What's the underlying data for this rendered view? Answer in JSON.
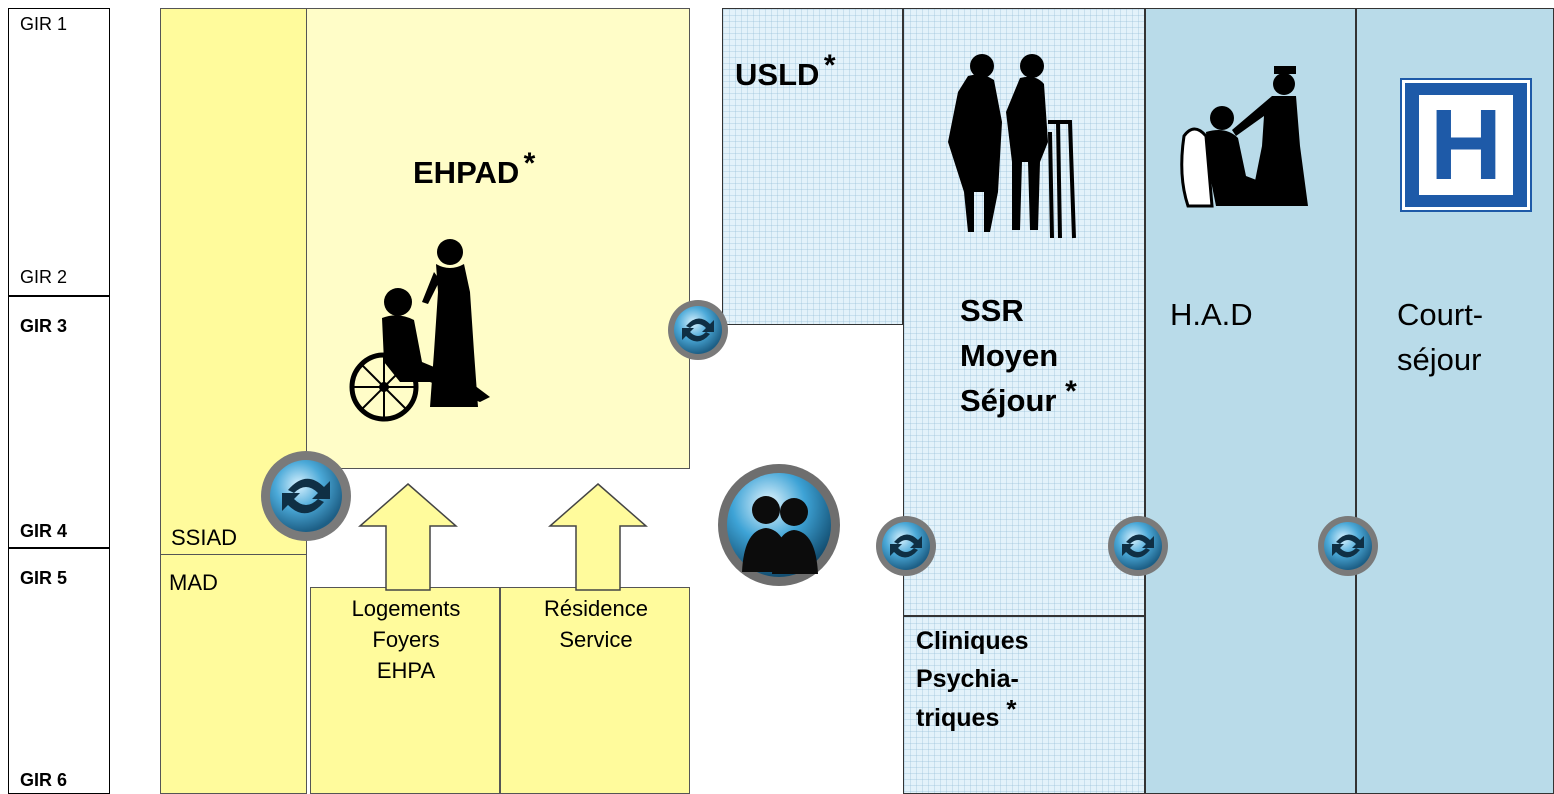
{
  "gir_levels": [
    "GIR 1",
    "GIR 2",
    "GIR 3",
    "GIR 4",
    "GIR 5",
    "GIR 6"
  ],
  "blocks": {
    "ehpad": {
      "label": "EHPAD",
      "star": "*"
    },
    "ssiad": {
      "label": "SSIAD"
    },
    "mad": {
      "label": "MAD"
    },
    "logements": {
      "line1": "Logements",
      "line2": "Foyers",
      "line3": "EHPA"
    },
    "residence": {
      "line1": "Résidence",
      "line2": "Service"
    },
    "usld": {
      "label": "USLD",
      "star": "*"
    },
    "ssr": {
      "line1": "SSR",
      "line2": "Moyen",
      "line3": "Séjour",
      "star": "*"
    },
    "cliniques": {
      "line1": "Cliniques",
      "line2": "Psychia-",
      "line3": "triques",
      "star": "*"
    },
    "had": {
      "label": "H.A.D"
    },
    "court": {
      "line1": "Court-",
      "line2": "séjour"
    }
  },
  "icons": [
    "exchange-icon",
    "people-icon",
    "wheelchair-caregiver-icon",
    "elderly-walker-icon",
    "nurse-patient-icon",
    "hospital-h-icon"
  ],
  "hospital_sign": {
    "letter": "H"
  },
  "colors": {
    "yellow": "#fffb9c",
    "light_yellow": "#fffdc8",
    "light_blue": "#e3f2fa",
    "blue": "#b9dbe9",
    "sign_blue": "#1e5aa8"
  }
}
